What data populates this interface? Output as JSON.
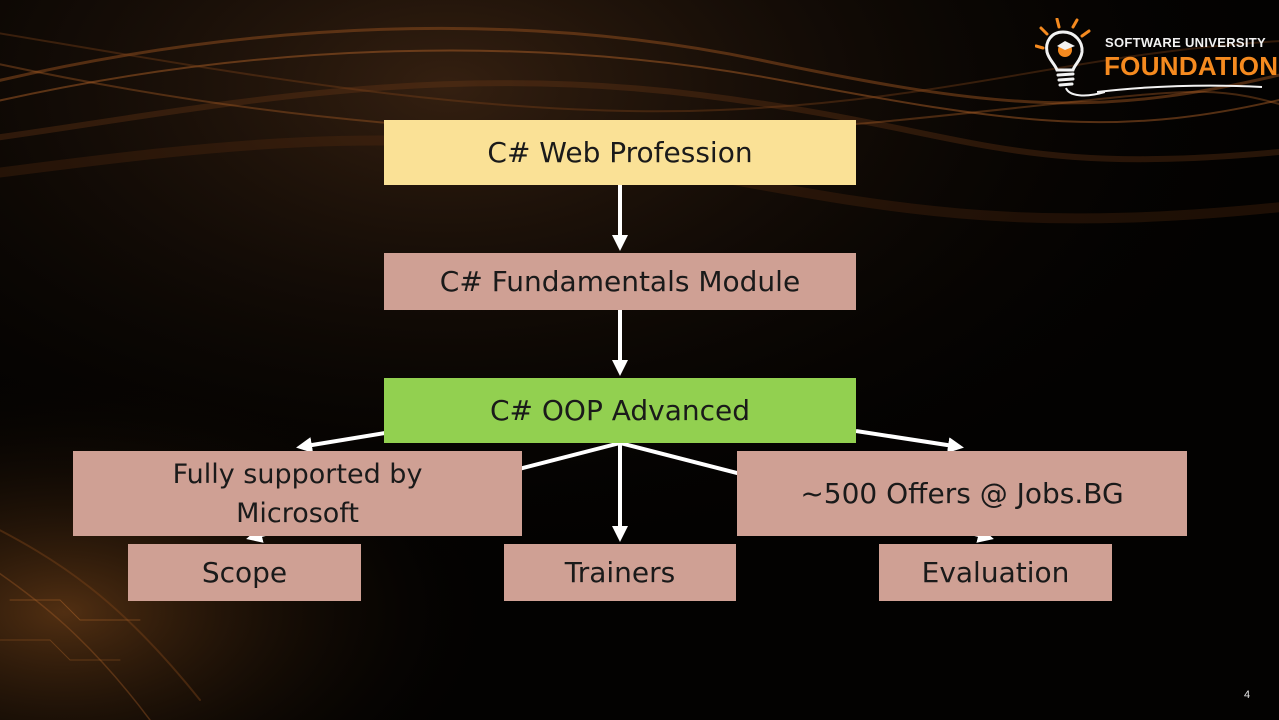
{
  "logo": {
    "line1": "SOFTWARE UNIVERSITY",
    "line2": "FOUNDATION"
  },
  "diagram": {
    "nodes": {
      "web_profession": "C# Web Profession",
      "fundamentals": "C# Fundamentals Module",
      "oop_advanced": "C# OOP Advanced",
      "microsoft": "Fully supported by Microsoft",
      "offers": "~500 Offers @ Jobs.BG",
      "scope": "Scope",
      "trainers": "Trainers",
      "evaluation": "Evaluation"
    }
  },
  "colors": {
    "profession_fill": "#fae196",
    "module_fill": "#cfa094",
    "advanced_fill": "#92d050",
    "child_fill": "#cfa094",
    "arrow": "#ffffff",
    "accent": "#f58a1f"
  },
  "page_number": "4"
}
